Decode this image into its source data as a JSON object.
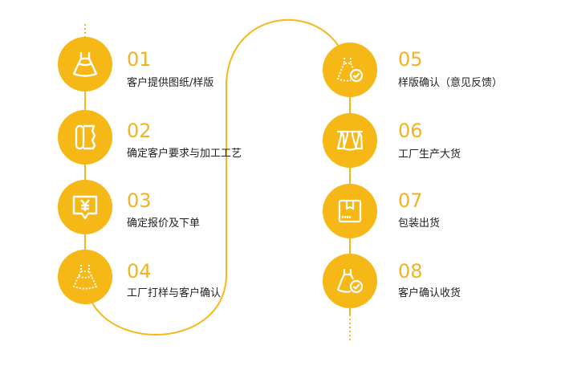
{
  "accent_color": "#f6b817",
  "number_color": "#f2b320",
  "steps": [
    {
      "number": "01",
      "label": "客户提供图纸/样版",
      "icon": "dress-icon"
    },
    {
      "number": "02",
      "label": "确定客户要求与加工工艺",
      "icon": "fabric-roll-icon"
    },
    {
      "number": "03",
      "label": "确定报价及下单",
      "icon": "yuan-chat-icon"
    },
    {
      "number": "04",
      "label": "工厂打样与客户确认",
      "icon": "dotted-dress-icon"
    },
    {
      "number": "05",
      "label": "样版确认（意见反馈）",
      "icon": "dress-check-icon"
    },
    {
      "number": "06",
      "label": "工厂生产大货",
      "icon": "clothes-rack-icon"
    },
    {
      "number": "07",
      "label": "包装出货",
      "icon": "package-box-icon"
    },
    {
      "number": "08",
      "label": "客户确认收货",
      "icon": "dress-received-icon"
    }
  ]
}
